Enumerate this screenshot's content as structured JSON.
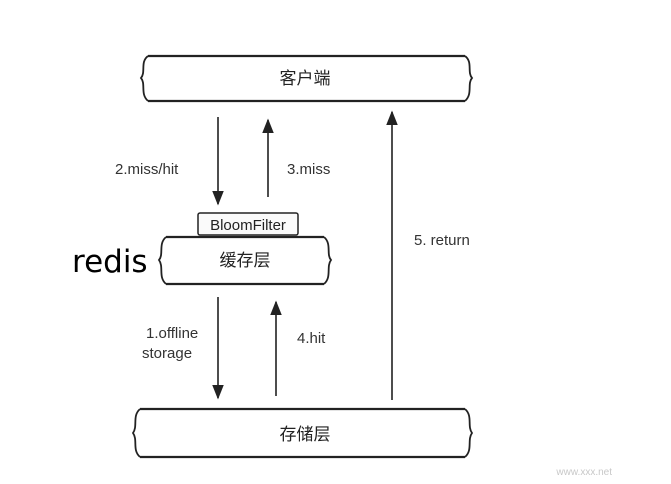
{
  "layers": {
    "client": "客户端",
    "cache": "缓存层",
    "storage": "存储层"
  },
  "cache_tag": "BloomFilter",
  "cache_system": "redis",
  "flows": {
    "step1_line1": "1.offline",
    "step1_line2": "storage",
    "step2": "2.miss/hit",
    "step3": "3.miss",
    "step4": "4.hit",
    "step5": "5. return"
  },
  "watermark": "www.xxx.net",
  "colors": {
    "stroke": "#222222",
    "text": "#222222"
  }
}
